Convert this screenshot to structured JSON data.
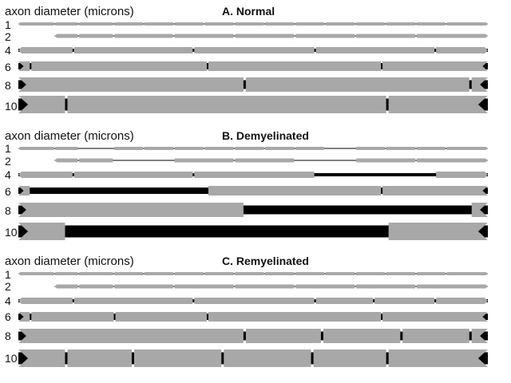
{
  "axis_header": "axon diameter (microns)",
  "colors": {
    "myelin": "#a8a8a8",
    "axon": "#000000",
    "background": "#ffffff"
  },
  "panels": [
    {
      "id": "a",
      "title": "A. Normal",
      "rows": [
        {
          "label": "1",
          "segments": [
            {
              "s": 0,
              "e": 0.077,
              "k": "m"
            },
            {
              "s": 0.077,
              "e": 0.128,
              "k": "m"
            },
            {
              "s": 0.128,
              "e": 0.203,
              "k": "m"
            },
            {
              "s": 0.203,
              "e": 0.267,
              "k": "m"
            },
            {
              "s": 0.267,
              "e": 0.332,
              "k": "m"
            },
            {
              "s": 0.332,
              "e": 0.396,
              "k": "m"
            },
            {
              "s": 0.396,
              "e": 0.46,
              "k": "m"
            },
            {
              "s": 0.46,
              "e": 0.524,
              "k": "m"
            },
            {
              "s": 0.524,
              "e": 0.589,
              "k": "m"
            },
            {
              "s": 0.589,
              "e": 0.653,
              "k": "m"
            },
            {
              "s": 0.653,
              "e": 0.718,
              "k": "m"
            },
            {
              "s": 0.718,
              "e": 0.782,
              "k": "m"
            },
            {
              "s": 0.782,
              "e": 0.847,
              "k": "m"
            },
            {
              "s": 0.847,
              "e": 0.911,
              "k": "m"
            },
            {
              "s": 0.911,
              "e": 1,
              "k": "m"
            }
          ]
        },
        {
          "label": "2",
          "segments": [
            {
              "s": 0.077,
              "e": 0.128,
              "k": "m"
            },
            {
              "s": 0.128,
              "e": 0.203,
              "k": "m"
            },
            {
              "s": 0.203,
              "e": 0.331,
              "k": "m"
            },
            {
              "s": 0.331,
              "e": 0.46,
              "k": "m"
            },
            {
              "s": 0.46,
              "e": 0.589,
              "k": "m"
            },
            {
              "s": 0.589,
              "e": 0.718,
              "k": "m"
            },
            {
              "s": 0.718,
              "e": 0.847,
              "k": "m"
            },
            {
              "s": 0.847,
              "e": 1,
              "k": "m"
            }
          ]
        },
        {
          "label": "4",
          "segments": [
            {
              "s": 0,
              "e": 0.117,
              "k": "m"
            },
            {
              "s": 0.117,
              "e": 0.373,
              "k": "m"
            },
            {
              "s": 0.373,
              "e": 0.632,
              "k": "m"
            },
            {
              "s": 0.632,
              "e": 0.888,
              "k": "m"
            },
            {
              "s": 0.888,
              "e": 1,
              "k": "m"
            }
          ]
        },
        {
          "label": "6",
          "segments": [
            {
              "s": 0,
              "e": 0.026,
              "k": "m"
            },
            {
              "s": 0.026,
              "e": 0.403,
              "k": "m"
            },
            {
              "s": 0.403,
              "e": 0.774,
              "k": "m"
            },
            {
              "s": 0.774,
              "e": 1,
              "k": "m"
            }
          ]
        },
        {
          "label": "8",
          "segments": [
            {
              "s": 0,
              "e": 0.482,
              "k": "m"
            },
            {
              "s": 0.482,
              "e": 0.963,
              "k": "m"
            },
            {
              "s": 0.963,
              "e": 1,
              "k": "m"
            }
          ]
        },
        {
          "label": "10",
          "segments": [
            {
              "s": 0,
              "e": 0.102,
              "k": "m"
            },
            {
              "s": 0.102,
              "e": 0.786,
              "k": "m"
            },
            {
              "s": 0.786,
              "e": 1,
              "k": "m"
            }
          ]
        }
      ]
    },
    {
      "id": "b",
      "title": "B. Demyelinated",
      "rows": [
        {
          "label": "1",
          "segments": [
            {
              "s": 0,
              "e": 0.077,
              "k": "m"
            },
            {
              "s": 0.077,
              "e": 0.128,
              "k": "m"
            },
            {
              "s": 0.128,
              "e": 0.203,
              "k": "a"
            },
            {
              "s": 0.203,
              "e": 0.267,
              "k": "m"
            },
            {
              "s": 0.267,
              "e": 0.332,
              "k": "m"
            },
            {
              "s": 0.332,
              "e": 0.396,
              "k": "m"
            },
            {
              "s": 0.396,
              "e": 0.46,
              "k": "m"
            },
            {
              "s": 0.46,
              "e": 0.524,
              "k": "m"
            },
            {
              "s": 0.524,
              "e": 0.589,
              "k": "m"
            },
            {
              "s": 0.589,
              "e": 0.653,
              "k": "m"
            },
            {
              "s": 0.653,
              "e": 0.718,
              "k": "a"
            },
            {
              "s": 0.718,
              "e": 0.782,
              "k": "m"
            },
            {
              "s": 0.782,
              "e": 0.847,
              "k": "m"
            },
            {
              "s": 0.847,
              "e": 0.911,
              "k": "m"
            },
            {
              "s": 0.911,
              "e": 1,
              "k": "m"
            }
          ]
        },
        {
          "label": "2",
          "segments": [
            {
              "s": 0.077,
              "e": 0.128,
              "k": "m"
            },
            {
              "s": 0.128,
              "e": 0.203,
              "k": "m"
            },
            {
              "s": 0.203,
              "e": 0.331,
              "k": "a"
            },
            {
              "s": 0.331,
              "e": 0.46,
              "k": "m"
            },
            {
              "s": 0.46,
              "e": 0.589,
              "k": "m"
            },
            {
              "s": 0.589,
              "e": 0.718,
              "k": "a"
            },
            {
              "s": 0.718,
              "e": 0.847,
              "k": "m"
            },
            {
              "s": 0.847,
              "e": 1,
              "k": "m"
            }
          ]
        },
        {
          "label": "4",
          "segments": [
            {
              "s": 0,
              "e": 0.117,
              "k": "m"
            },
            {
              "s": 0.117,
              "e": 0.373,
              "k": "m"
            },
            {
              "s": 0.373,
              "e": 0.632,
              "k": "m"
            },
            {
              "s": 0.632,
              "e": 0.888,
              "k": "a"
            },
            {
              "s": 0.888,
              "e": 1,
              "k": "m"
            }
          ]
        },
        {
          "label": "6",
          "segments": [
            {
              "s": 0,
              "e": 0.026,
              "k": "m"
            },
            {
              "s": 0.026,
              "e": 0.403,
              "k": "a"
            },
            {
              "s": 0.403,
              "e": 0.774,
              "k": "m"
            },
            {
              "s": 0.774,
              "e": 1,
              "k": "m"
            }
          ]
        },
        {
          "label": "8",
          "segments": [
            {
              "s": 0,
              "e": 0.482,
              "k": "m"
            },
            {
              "s": 0.482,
              "e": 0.963,
              "k": "a"
            },
            {
              "s": 0.963,
              "e": 1,
              "k": "m"
            }
          ]
        },
        {
          "label": "10",
          "segments": [
            {
              "s": 0,
              "e": 0.102,
              "k": "m"
            },
            {
              "s": 0.102,
              "e": 0.786,
              "k": "a"
            },
            {
              "s": 0.786,
              "e": 1,
              "k": "m"
            }
          ]
        }
      ]
    },
    {
      "id": "c",
      "title": "C. Remyelinated",
      "rows": [
        {
          "label": "1",
          "segments": [
            {
              "s": 0,
              "e": 0.077,
              "k": "m"
            },
            {
              "s": 0.077,
              "e": 0.128,
              "k": "m"
            },
            {
              "s": 0.128,
              "e": 0.203,
              "k": "m"
            },
            {
              "s": 0.203,
              "e": 0.267,
              "k": "m"
            },
            {
              "s": 0.267,
              "e": 0.332,
              "k": "m"
            },
            {
              "s": 0.332,
              "e": 0.396,
              "k": "m"
            },
            {
              "s": 0.396,
              "e": 0.46,
              "k": "m"
            },
            {
              "s": 0.46,
              "e": 0.524,
              "k": "m"
            },
            {
              "s": 0.524,
              "e": 0.589,
              "k": "m"
            },
            {
              "s": 0.589,
              "e": 0.653,
              "k": "m"
            },
            {
              "s": 0.653,
              "e": 0.718,
              "k": "m"
            },
            {
              "s": 0.718,
              "e": 0.782,
              "k": "m"
            },
            {
              "s": 0.782,
              "e": 0.847,
              "k": "m"
            },
            {
              "s": 0.847,
              "e": 0.911,
              "k": "m"
            },
            {
              "s": 0.911,
              "e": 1,
              "k": "m"
            }
          ]
        },
        {
          "label": "2",
          "segments": [
            {
              "s": 0.077,
              "e": 0.128,
              "k": "m"
            },
            {
              "s": 0.128,
              "e": 0.203,
              "k": "m"
            },
            {
              "s": 0.203,
              "e": 0.331,
              "k": "m"
            },
            {
              "s": 0.331,
              "e": 0.46,
              "k": "m"
            },
            {
              "s": 0.46,
              "e": 0.589,
              "k": "m"
            },
            {
              "s": 0.589,
              "e": 0.718,
              "k": "m"
            },
            {
              "s": 0.718,
              "e": 0.847,
              "k": "m"
            },
            {
              "s": 0.847,
              "e": 1,
              "k": "m"
            }
          ]
        },
        {
          "label": "4",
          "segments": [
            {
              "s": 0,
              "e": 0.117,
              "k": "m"
            },
            {
              "s": 0.117,
              "e": 0.373,
              "k": "m"
            },
            {
              "s": 0.373,
              "e": 0.632,
              "k": "m"
            },
            {
              "s": 0.632,
              "e": 0.757,
              "k": "m"
            },
            {
              "s": 0.757,
              "e": 0.888,
              "k": "m"
            },
            {
              "s": 0.888,
              "e": 1,
              "k": "m"
            }
          ]
        },
        {
          "label": "6",
          "segments": [
            {
              "s": 0,
              "e": 0.026,
              "k": "m"
            },
            {
              "s": 0.026,
              "e": 0.205,
              "k": "m"
            },
            {
              "s": 0.205,
              "e": 0.403,
              "k": "m"
            },
            {
              "s": 0.403,
              "e": 0.774,
              "k": "m"
            },
            {
              "s": 0.774,
              "e": 1,
              "k": "m"
            }
          ]
        },
        {
          "label": "8",
          "segments": [
            {
              "s": 0,
              "e": 0.482,
              "k": "m"
            },
            {
              "s": 0.482,
              "e": 0.647,
              "k": "m"
            },
            {
              "s": 0.647,
              "e": 0.816,
              "k": "m"
            },
            {
              "s": 0.816,
              "e": 0.963,
              "k": "m"
            },
            {
              "s": 0.963,
              "e": 1,
              "k": "m"
            }
          ]
        },
        {
          "label": "10",
          "segments": [
            {
              "s": 0,
              "e": 0.102,
              "k": "m"
            },
            {
              "s": 0.102,
              "e": 0.244,
              "k": "m"
            },
            {
              "s": 0.244,
              "e": 0.435,
              "k": "m"
            },
            {
              "s": 0.435,
              "e": 0.626,
              "k": "m"
            },
            {
              "s": 0.626,
              "e": 0.786,
              "k": "m"
            },
            {
              "s": 0.786,
              "e": 1,
              "k": "m"
            }
          ]
        }
      ]
    }
  ]
}
